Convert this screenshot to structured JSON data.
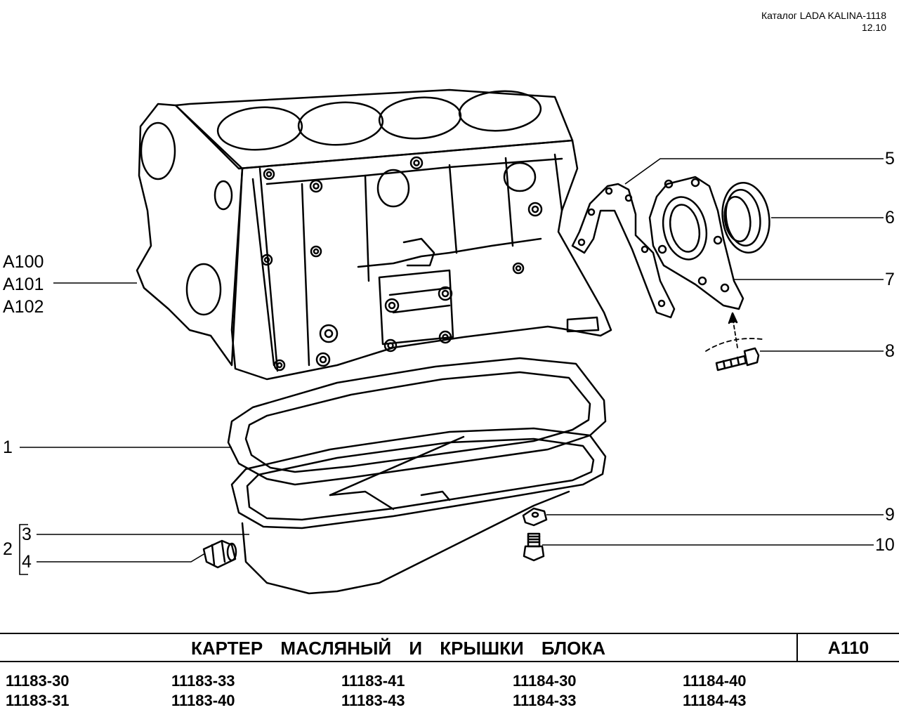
{
  "header": {
    "catalog": "Каталог LADA KALINA-1118",
    "date": "12.10"
  },
  "labels": {
    "a100": "A100",
    "a101": "A101",
    "a102": "A102",
    "n1": "1",
    "n2": "2",
    "n3": "3",
    "n4": "4",
    "n5": "5",
    "n6": "6",
    "n7": "7",
    "n8": "8",
    "n9": "9",
    "n10": "10"
  },
  "footer": {
    "title": "КАРТЕР МАСЛЯНЫЙ И КРЫШКИ БЛОКА",
    "code": "A110",
    "models": [
      [
        "11183-30",
        "11183-31"
      ],
      [
        "11183-33",
        "11183-40"
      ],
      [
        "11183-41",
        "11183-43"
      ],
      [
        "11184-30",
        "11184-33"
      ],
      [
        "11184-40",
        "11184-43"
      ]
    ]
  }
}
